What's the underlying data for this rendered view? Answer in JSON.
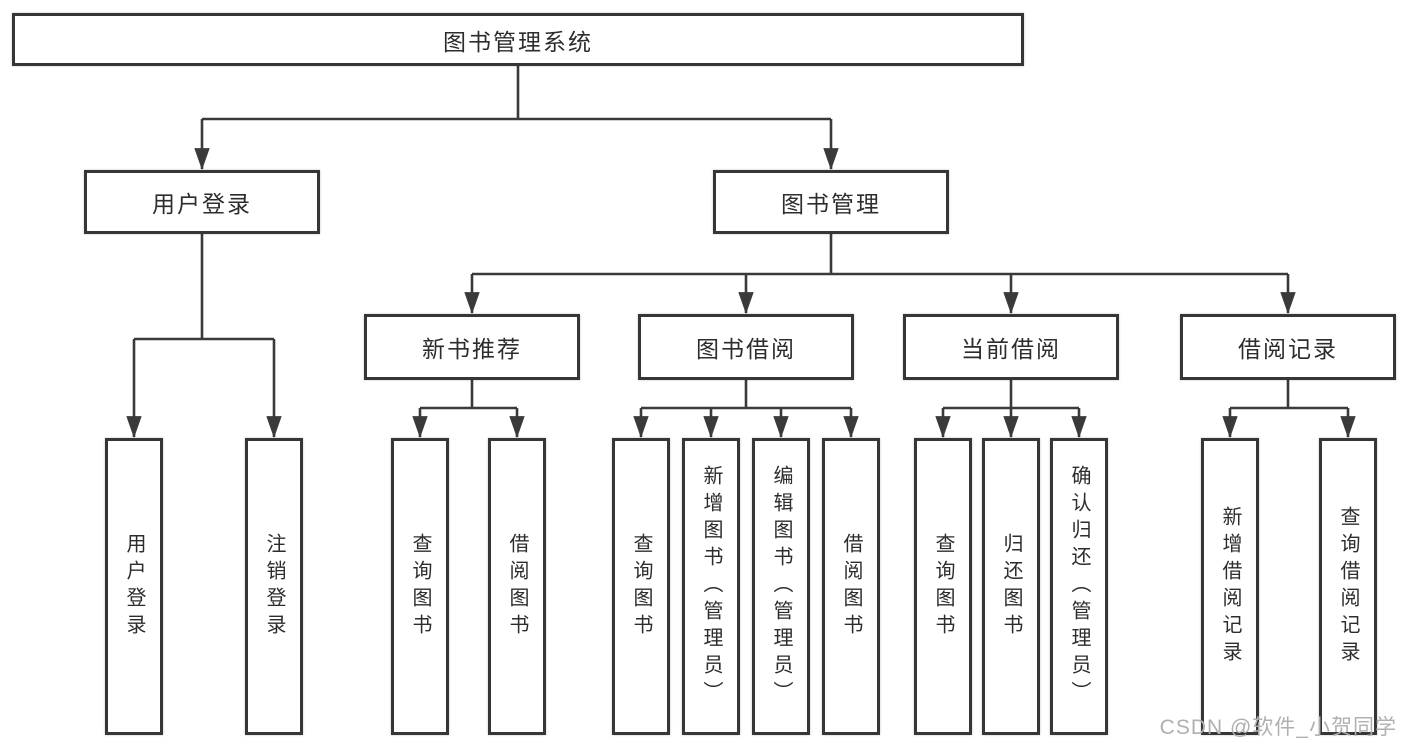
{
  "diagram_title": "图书管理系统",
  "nodes": {
    "root": "图书管理系统",
    "user_login": "用户登录",
    "book_mgmt": "图书管理",
    "new_book_rec": "新书推荐",
    "book_borrow": "图书借阅",
    "current_borrow": "当前借阅",
    "borrow_record": "借阅记录",
    "leaf_user_login": "用户登录",
    "leaf_logout": "注销登录",
    "leaf_rec_query_book": "查询图书",
    "leaf_rec_borrow_book": "借阅图书",
    "leaf_bb_query_book": "查询图书",
    "leaf_bb_add_book": "新增图书（管理员）",
    "leaf_bb_edit_book": "编辑图书（管理员）",
    "leaf_bb_borrow_book": "借阅图书",
    "leaf_cb_query_book": "查询图书",
    "leaf_cb_return_book": "归还图书",
    "leaf_cb_confirm_return": "确认归还（管理员）",
    "leaf_br_add_record": "新增借阅记录",
    "leaf_br_query_record": "查询借阅记录"
  },
  "tree": {
    "root": [
      "user_login",
      "book_mgmt"
    ],
    "user_login": [
      "leaf_user_login",
      "leaf_logout"
    ],
    "book_mgmt": [
      "new_book_rec",
      "book_borrow",
      "current_borrow",
      "borrow_record"
    ],
    "new_book_rec": [
      "leaf_rec_query_book",
      "leaf_rec_borrow_book"
    ],
    "book_borrow": [
      "leaf_bb_query_book",
      "leaf_bb_add_book",
      "leaf_bb_edit_book",
      "leaf_bb_borrow_book"
    ],
    "current_borrow": [
      "leaf_cb_query_book",
      "leaf_cb_return_book",
      "leaf_cb_confirm_return"
    ],
    "borrow_record": [
      "leaf_br_add_record",
      "leaf_br_query_record"
    ]
  },
  "colors": {
    "background": "#ffffff",
    "box_border": "#363636",
    "line": "#3a3a3a",
    "text": "#2d2d2d",
    "watermark": "#b0b0b0"
  },
  "watermark": "CSDN @软件_小贺同学"
}
